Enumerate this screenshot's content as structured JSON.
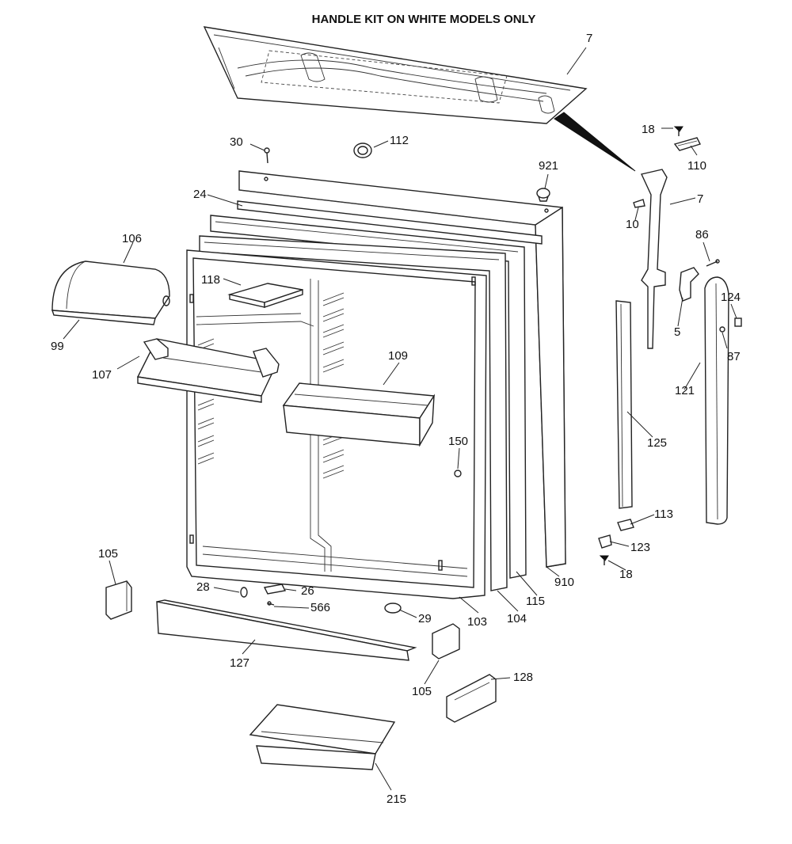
{
  "title": "HANDLE KIT ON WHITE MODELS ONLY",
  "callouts": {
    "c7a": "7",
    "c18a": "18",
    "c110": "110",
    "c7b": "7",
    "c10": "10",
    "c86": "86",
    "c124": "124",
    "c5": "5",
    "c87": "87",
    "c121": "121",
    "c125": "125",
    "c113": "113",
    "c123": "123",
    "c18b": "18",
    "c30": "30",
    "c112": "112",
    "c921": "921",
    "c24": "24",
    "c106": "106",
    "c99": "99",
    "c118": "118",
    "c107": "107",
    "c109": "109",
    "c150": "150",
    "c105a": "105",
    "c28": "28",
    "c26": "26",
    "c566": "566",
    "c29": "29",
    "c127": "127",
    "c103": "103",
    "c104": "104",
    "c115": "115",
    "c910": "910",
    "c105b": "105",
    "c128": "128",
    "c215": "215"
  }
}
